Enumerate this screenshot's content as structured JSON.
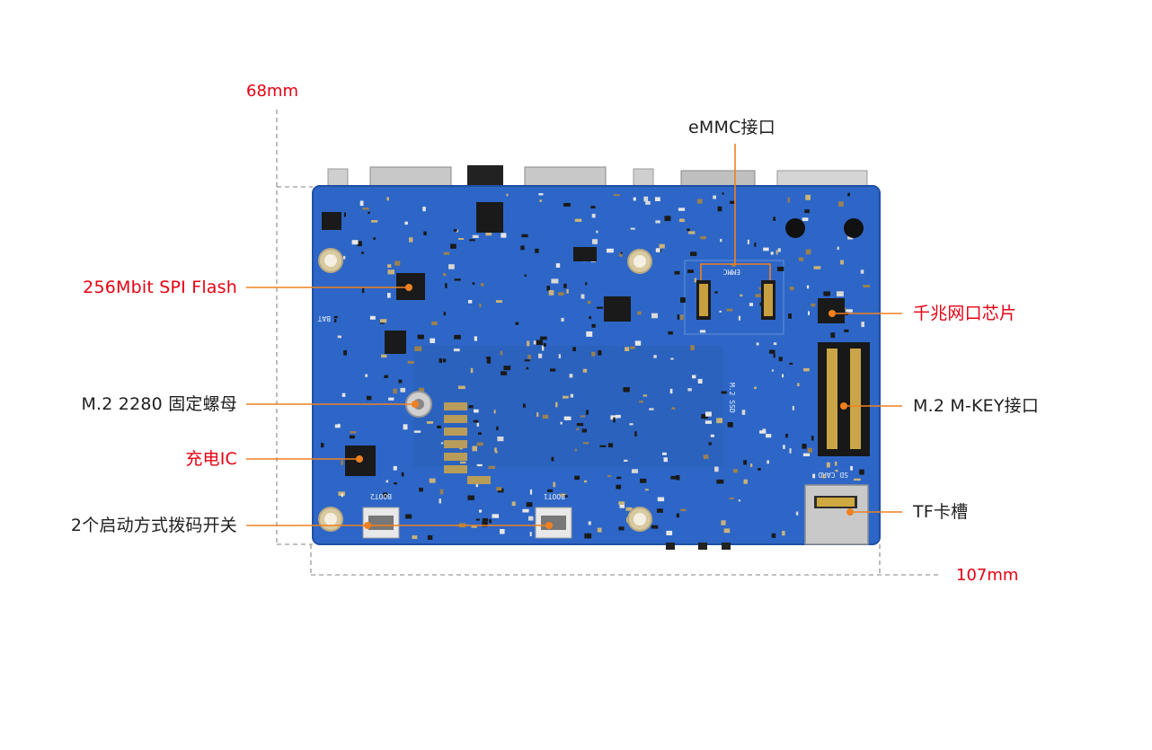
{
  "colors": {
    "board": "#2d66c6",
    "board_edge": "#1f4fa3",
    "highlight_label": "#e60012",
    "normal_label": "#1f1f1f",
    "leader_line": "#f08020",
    "dimension_line": "#9a9a9a"
  },
  "dimensions": {
    "height": "68mm",
    "width": "107mm"
  },
  "callouts": {
    "emmc": "eMMC接口",
    "spi_flash": "256Mbit SPI Flash",
    "gigabit_phy": "千兆网口芯片",
    "m2_nut": "M.2 2280 固定螺母",
    "m2_mkey": "M.2 M-KEY接口",
    "charge_ic": "充电IC",
    "tf_slot": "TF卡槽",
    "boot_switch": "2个启动方式拨码开关"
  },
  "silkscreen": {
    "emmc": "EMMC",
    "m2_ssd": "M.2 SSD",
    "sd_card": "SD CARD",
    "boot1": "BOOT1",
    "boot2": "BOOT2",
    "bat": "BAT"
  }
}
